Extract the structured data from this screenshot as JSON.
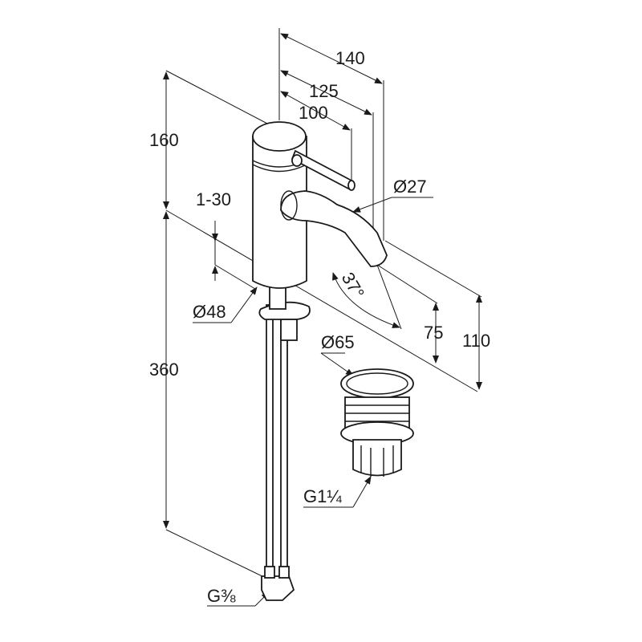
{
  "dimensions": {
    "width_140": "140",
    "width_125": "125",
    "width_100": "100",
    "spout_diameter": "Ø27",
    "height_160": "160",
    "tap_hole_range": "1-30",
    "spout_angle": "37°",
    "base_diameter": "Ø48",
    "spout_height_75": "75",
    "height_110": "110",
    "hose_length": "360",
    "drain_diameter": "Ø65",
    "drain_thread": "G1¼",
    "hose_thread": "G⅜"
  }
}
